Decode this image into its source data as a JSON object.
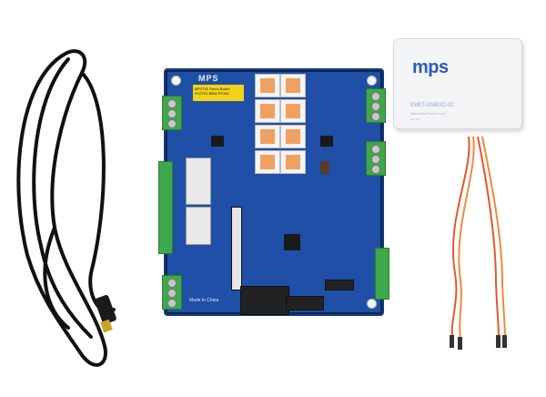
{
  "scene": {
    "description": "Product photo of an MPS evaluation kit: USB cable, demo board, and USB-to-I2C adapter with jumper wires on white background",
    "background": "#ffffff"
  },
  "demo_board": {
    "brand": "MPS",
    "label_line1": "MP2791 Demo Board",
    "label_line2": "EV2791-BBM-FF00A",
    "footer_text": "Made in China",
    "color": "#1f4fa6"
  },
  "usb_adapter": {
    "brand": "MPS",
    "model": "EVKT-USBI2C-02",
    "url": "MonolithicPower.com",
    "rev": "Rev 3.0",
    "brand_color": "#2a5cb8"
  },
  "cable": {
    "color": "#111111"
  },
  "wires": {
    "colors": [
      "#e4572e",
      "#f08a3c"
    ]
  }
}
